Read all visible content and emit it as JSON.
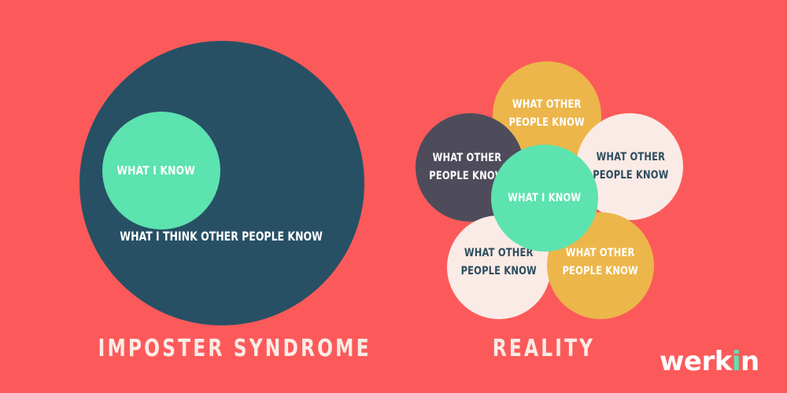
{
  "colors": {
    "background": "#fc5a5a",
    "dark_teal": "#275065",
    "mint": "#5ce3b0",
    "mustard": "#ecb64a",
    "charcoal": "#4e4c5b",
    "cream": "#faebe6"
  },
  "imposter": {
    "inner_label": "WHAT I KNOW",
    "outer_label": "WHAT I THINK OTHER PEOPLE KNOW",
    "caption": "IMPOSTER SYNDROME"
  },
  "reality": {
    "top": [
      "WHAT OTHER",
      "PEOPLE KNOW"
    ],
    "left": [
      "WHAT OTHER",
      "PEOPLE KNOW"
    ],
    "right": [
      "WHAT OTHER",
      "PEOPLE KNOW"
    ],
    "bottom_left": [
      "WHAT OTHER",
      "PEOPLE KNOW"
    ],
    "bottom_right": [
      "WHAT OTHER",
      "PEOPLE KNOW"
    ],
    "center": "WHAT I KNOW",
    "caption": "REALITY"
  },
  "logo": {
    "text_main": "werk",
    "text_accent": "i",
    "text_end": "n"
  }
}
